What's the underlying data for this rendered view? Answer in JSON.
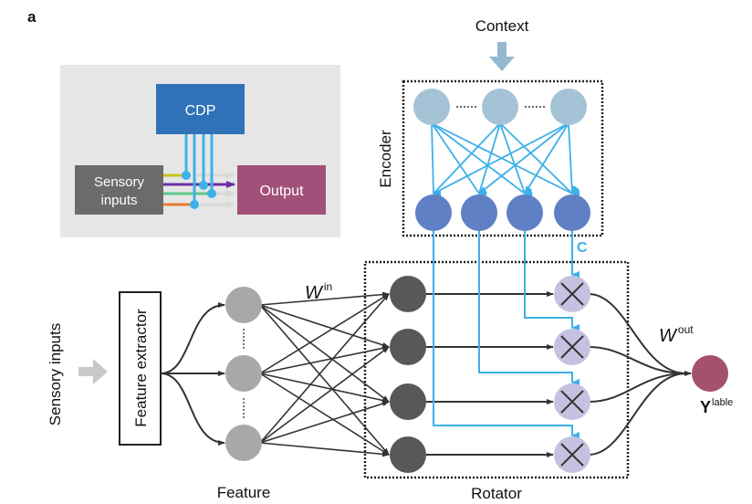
{
  "panel_label": "a",
  "inset": {
    "cdp_label": "CDP",
    "sensory_label_line1": "Sensory",
    "sensory_label_line2": "inputs",
    "output_label": "Output",
    "colors": {
      "panel_bg": "#e6e6e6",
      "cdp": "#2f72b8",
      "sensory": "#6b6b6b",
      "output": "#a1507a",
      "wire_blue": "#3fb0e8",
      "input_lines": [
        "#c9c21c",
        "#6a2fa3",
        "#5ec98a",
        "#ea7a2c"
      ],
      "ghost_arrow": "#d9d9d9"
    }
  },
  "context_label": "Context",
  "encoder_label": "Encoder",
  "c_label": "C",
  "sensory_inputs_label": "Sensory inputs",
  "feature_extractor_label": "Feature extractor",
  "feature_label": "Feature",
  "rotator_label": "Rotator",
  "w_in": {
    "base": "W",
    "sup": "in"
  },
  "w_out": {
    "base": "W",
    "sup": "out"
  },
  "y_label": {
    "base": "Y",
    "sup": "lable"
  },
  "network": {
    "encoder_input_nodes": 3,
    "encoder_output_nodes": 4,
    "feature_nodes": 3,
    "rotator_nodes": 4,
    "multiplier_nodes": 4,
    "encoder_to_multiplier_routing": [
      3,
      2,
      1,
      0
    ]
  },
  "colors": {
    "context_node": "#a5c3d6",
    "context_arrow": "#94b8cf",
    "encoder_out_node": "#5f80c4",
    "blue_wire": "#3cb0e8",
    "feature_node": "#a8a8a8",
    "rotator_node": "#585858",
    "multiplier_node": "#c4c2e0",
    "output_node": "#a4506f",
    "edge": "#333333",
    "input_arrow": "#c8c8c8",
    "c_text": "#3cb0e8"
  }
}
